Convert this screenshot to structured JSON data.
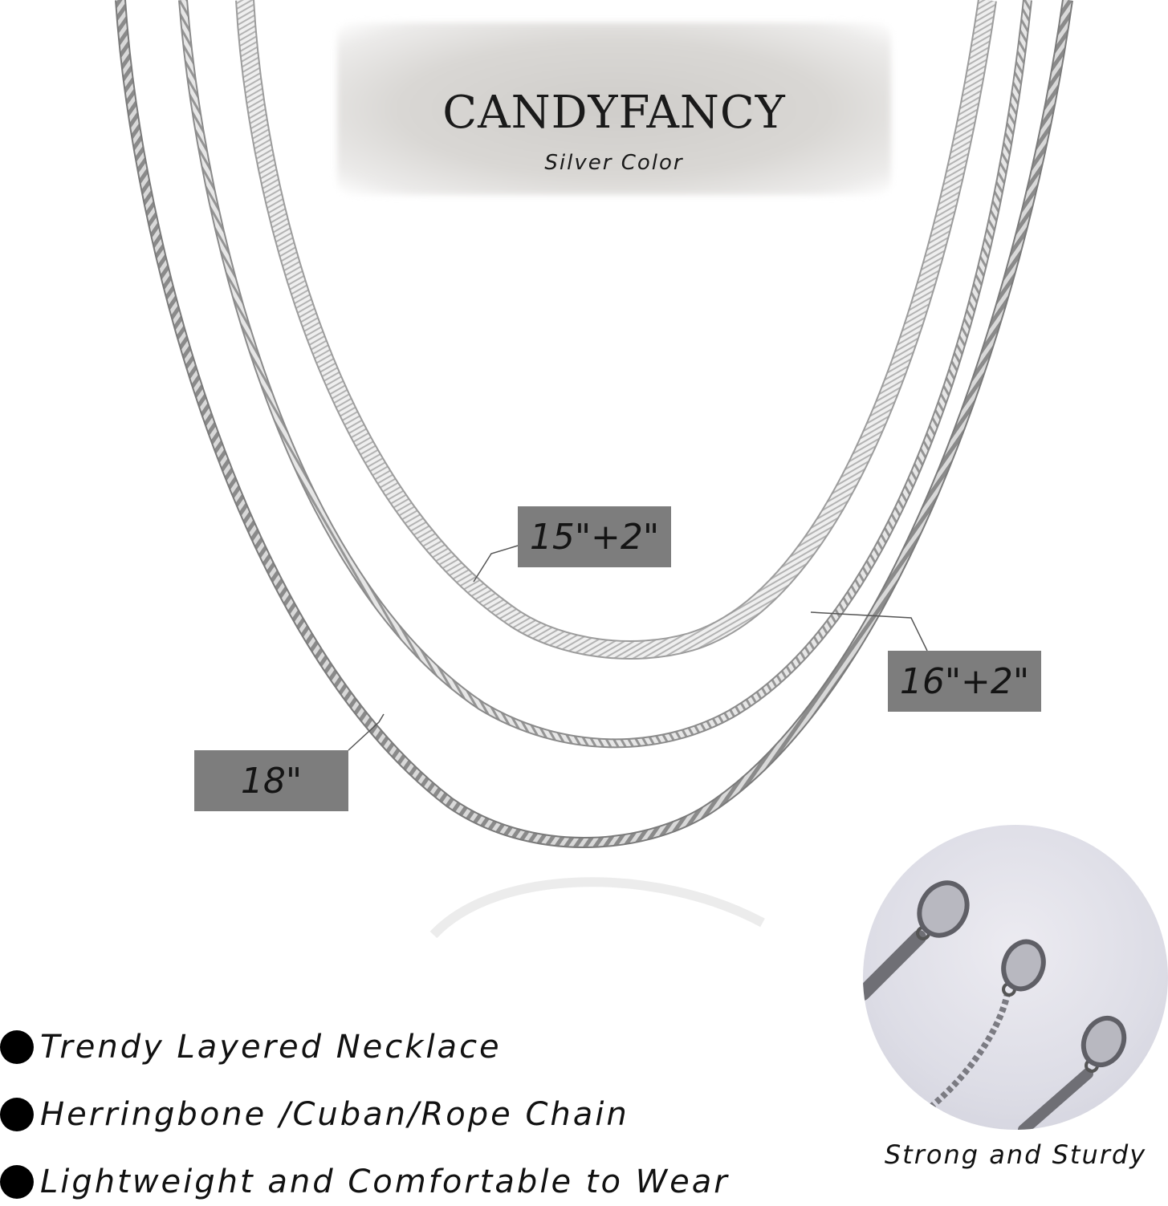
{
  "brand": {
    "name": "CANDYFANCY",
    "color_label": "Silver Color"
  },
  "lengths": {
    "herringbone": "15\"+2\"",
    "cuban": "16\"+2\"",
    "rope": "18\""
  },
  "features": [
    "Trendy Layered Necklace",
    "Herringbone /Cuban/Rope Chain",
    "Lightweight and Comfortable to Wear"
  ],
  "clasp": {
    "caption": "Strong and Sturdy"
  },
  "colors": {
    "tag_background": "#7d7d7d",
    "chain_silver": "#b9b9b9",
    "chain_dark": "#7a7a7a"
  }
}
